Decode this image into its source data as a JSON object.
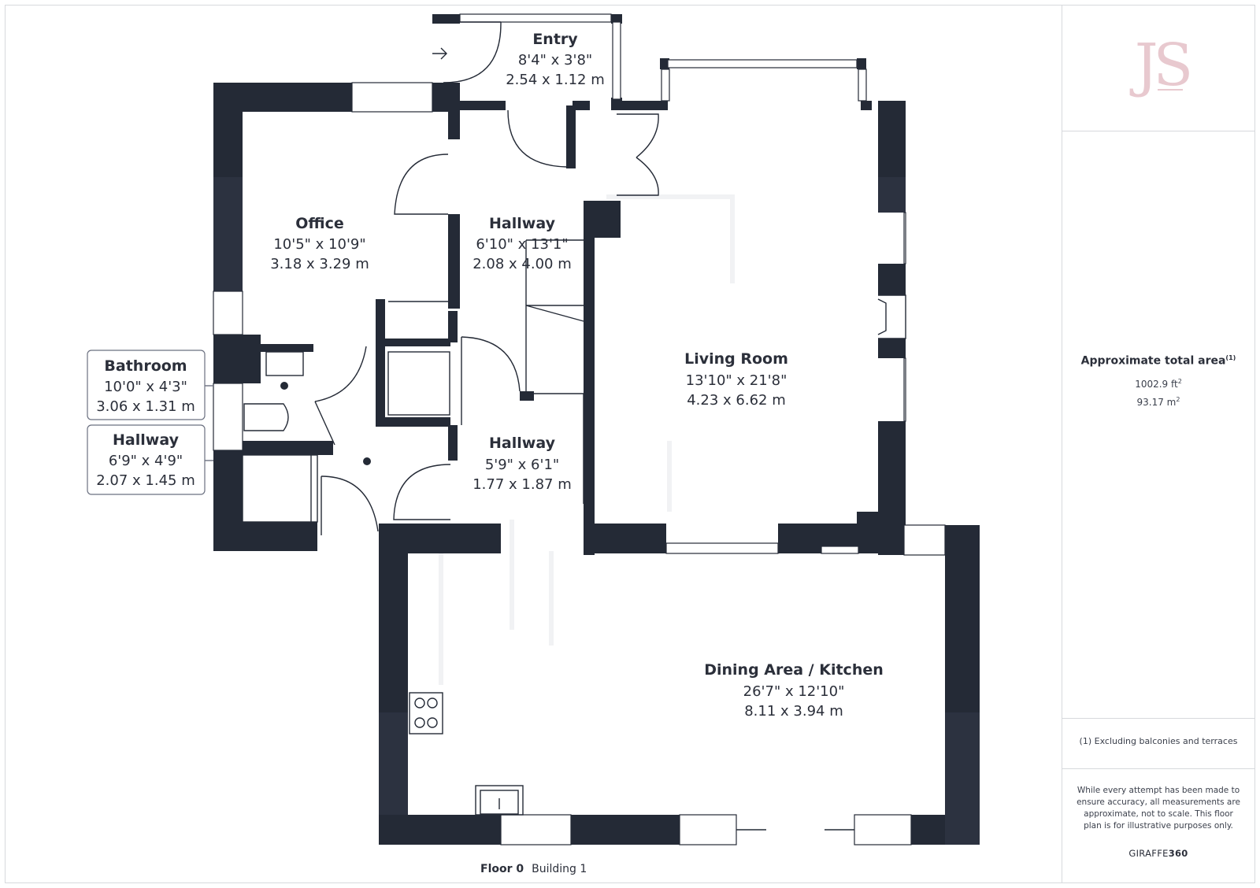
{
  "rooms": {
    "entry": {
      "name": "Entry",
      "dim_imperial": "8'4\" x 3'8\"",
      "dim_metric": "2.54 x 1.12 m"
    },
    "office": {
      "name": "Office",
      "dim_imperial": "10'5\" x 10'9\"",
      "dim_metric": "3.18 x 3.29 m"
    },
    "hallway_upper": {
      "name": "Hallway",
      "dim_imperial": "6'10\" x 13'1\"",
      "dim_metric": "2.08 x 4.00 m"
    },
    "living_room": {
      "name": "Living Room",
      "dim_imperial": "13'10\" x 21'8\"",
      "dim_metric": "4.23 x 6.62 m"
    },
    "bathroom": {
      "name": "Bathroom",
      "dim_imperial": "10'0\" x 4'3\"",
      "dim_metric": "3.06 x 1.31 m"
    },
    "hallway_small": {
      "name": "Hallway",
      "dim_imperial": "6'9\" x 4'9\"",
      "dim_metric": "2.07 x 1.45 m"
    },
    "hallway_lower": {
      "name": "Hallway",
      "dim_imperial": "5'9\" x 6'1\"",
      "dim_metric": "1.77 x 1.87 m"
    },
    "dining_kitchen": {
      "name": "Dining Area / Kitchen",
      "dim_imperial": "26'7\" x 12'10\"",
      "dim_metric": "8.11 x 3.94 m"
    }
  },
  "sidebar": {
    "logo_text": "JS",
    "area_title": "Approximate total area",
    "area_note_mark": "(1)",
    "area_sqft_value": "1002.9 ft",
    "area_sqm_value": "93.17 m",
    "area_unit_exponent": "2",
    "footnote": "(1) Excluding balconies and terraces",
    "disclaimer": "While every attempt has been made to ensure accuracy, all measurements are approximate, not to scale. This floor plan is for illustrative purposes only.",
    "brand_regular": "GIRAFFE",
    "brand_bold": "360"
  },
  "caption": {
    "floor": "Floor 0",
    "building": "Building 1"
  },
  "colors": {
    "wall": "#242a36",
    "text": "#2b2f3a",
    "logo": "#e8c9cf",
    "border": "#d7d9dd"
  }
}
